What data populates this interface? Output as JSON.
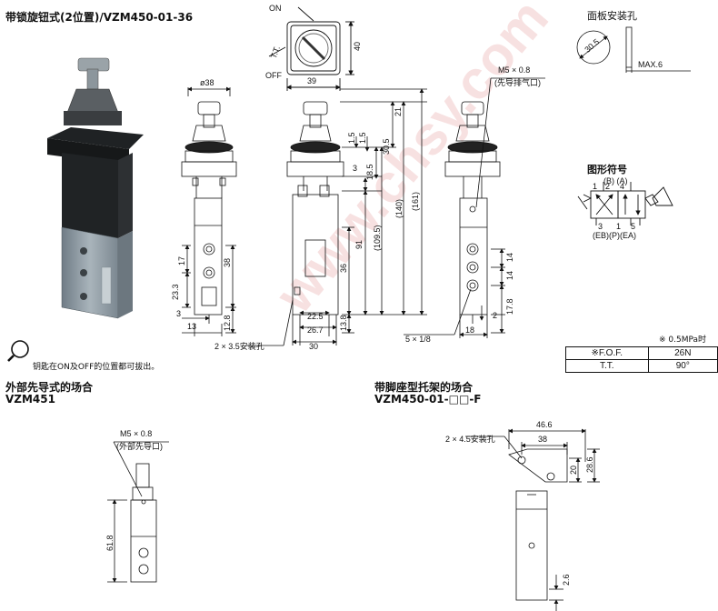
{
  "titles": {
    "main": "带锁旋钮式(2位置)/VZM450-01-36",
    "panel_hole": "面板安装孔",
    "symbol": "图形符号",
    "external": "外部先导式的场合",
    "external_model": "VZM451",
    "bracket": "带脚座型托架的场合",
    "bracket_model": "VZM450-01-□□-F"
  },
  "note": "钥匙在ON及OFF的位置都可拔出。",
  "pressure_note": "※ 0.5MPa时",
  "spec_table": {
    "rows": [
      {
        "key": "※F.O.F.",
        "value": "26N"
      },
      {
        "key": "T.T.",
        "value": "90°"
      }
    ]
  },
  "labels": {
    "on": "ON",
    "off": "OFF",
    "tt": "T.T.",
    "m5_main": "M5 × 0.8",
    "pilot_exhaust": "(先导排气口)",
    "mount_hole_main": "2 × 3.5安装孔",
    "port_main": "5 × 1/8",
    "m5_ext": "M5 × 0.8",
    "ext_pilot": "(外部先导口)",
    "mount_hole_bracket": "2 × 4.5安装孔",
    "max6": "MAX.6",
    "sym_top": "(B) (A)",
    "sym_bottom": "(EB)(P)(EA)",
    "sym_nums_top": [
      "1",
      "2",
      "4"
    ],
    "sym_nums_bottom": [
      "3",
      "1",
      "5"
    ]
  },
  "dims": {
    "d40": "40",
    "d39": "39",
    "dia38": "ø38",
    "d21": "21",
    "d1_5a": "1.5",
    "d1_5b": "1.5",
    "d30_5": "30.5",
    "d3": "3",
    "d18_5": "18.5",
    "d91": "91",
    "d109_5": "(109.5)",
    "d140": "(140)",
    "d161": "(161)",
    "d36": "36",
    "d17": "17",
    "d38v": "38",
    "d23_3": "23.3",
    "d3b": "3",
    "d13": "13",
    "d12_8": "12.8",
    "d22_5": "22.5",
    "d26_7": "26.7",
    "d30": "30",
    "d13_8": "13.8",
    "d14a": "14",
    "d14b": "14",
    "d2": "2",
    "d17_8": "17.8",
    "d18": "18",
    "d30_5_panel": "30.5",
    "d61_8": "61.8",
    "d46_6": "46.6",
    "d38b": "38",
    "d20": "20",
    "d28_6": "28.6",
    "d2_6": "2.6"
  },
  "colors": {
    "line": "#111111",
    "valve_body": "#8e9aa3",
    "knob_dark": "#2a2a2a",
    "watermark": "#f2c9c9"
  }
}
